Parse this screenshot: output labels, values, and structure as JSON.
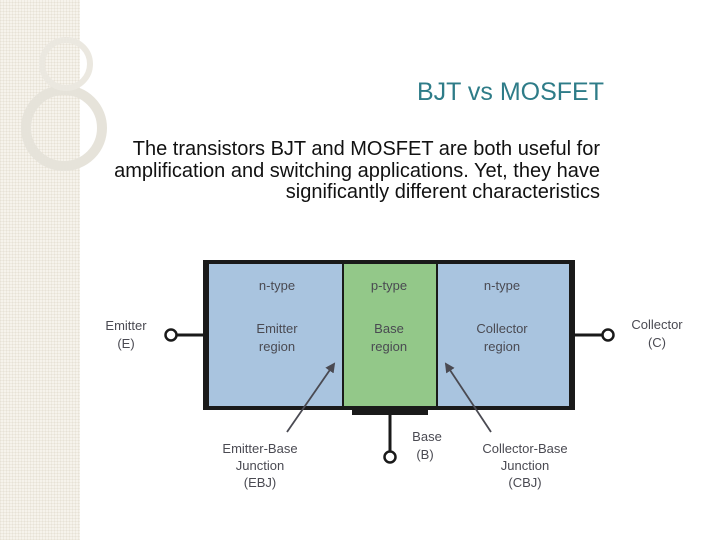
{
  "slide": {
    "title": "BJT vs MOSFET",
    "body": "The transistors BJT and MOSFET are both useful for amplification and switching applications. Yet, they have significantly different characteristics"
  },
  "diagram": {
    "regions": [
      {
        "type_label": "n-type",
        "name_lines": [
          "Emitter",
          "region"
        ],
        "color": "#a9c4df"
      },
      {
        "type_label": "p-type",
        "name_lines": [
          "Base",
          "region"
        ],
        "color": "#93c889"
      },
      {
        "type_label": "n-type",
        "name_lines": [
          "Collector",
          "region"
        ],
        "color": "#a9c4df"
      }
    ],
    "terminals": {
      "emitter": [
        "Emitter",
        "(E)"
      ],
      "collector": [
        "Collector",
        "(C)"
      ],
      "base": [
        "Base",
        "(B)"
      ]
    },
    "junctions": {
      "emitter_base": [
        "Emitter-Base",
        "Junction",
        "(EBJ)"
      ],
      "collector_base": [
        "Collector-Base",
        "Junction",
        "(CBJ)"
      ]
    }
  },
  "colors": {
    "title": "#2e7c88",
    "frame": "#1a1a1a",
    "n_type": "#a9c4df",
    "p_type": "#93c889",
    "label": "#4a4a52"
  }
}
